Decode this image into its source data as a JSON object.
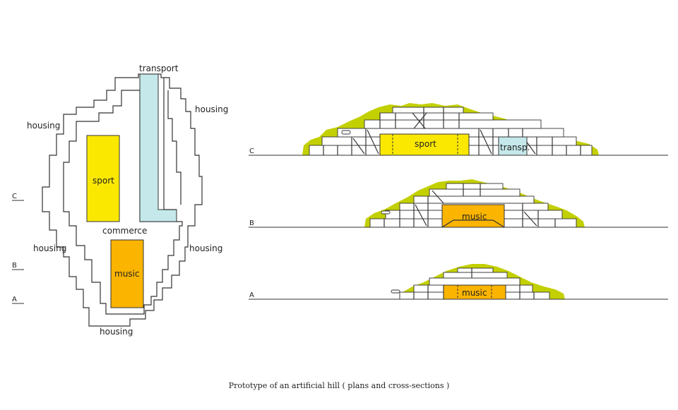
{
  "caption": "Prototype of an artificial hill ( plans and cross-sections )",
  "plan": {
    "labels": {
      "transport": "transport",
      "housing_top_left": "housing",
      "housing_top_right": "housing",
      "sport": "sport",
      "commerce": "commerce",
      "housing_mid_left": "housing",
      "housing_mid_right": "housing",
      "music": "music",
      "housing_bottom": "housing"
    },
    "section_markers": {
      "c": "C",
      "b": "B",
      "a": "A"
    }
  },
  "sections": {
    "c": {
      "marker": "C",
      "sport": "sport",
      "transport": "transp."
    },
    "b": {
      "marker": "B",
      "music": "music"
    },
    "a": {
      "marker": "A",
      "music": "music"
    }
  },
  "colors": {
    "sport": "#fbe800",
    "music": "#fbb400",
    "transport": "#c5e8ea",
    "vegetation": "#c3d000",
    "line": "#333333"
  }
}
